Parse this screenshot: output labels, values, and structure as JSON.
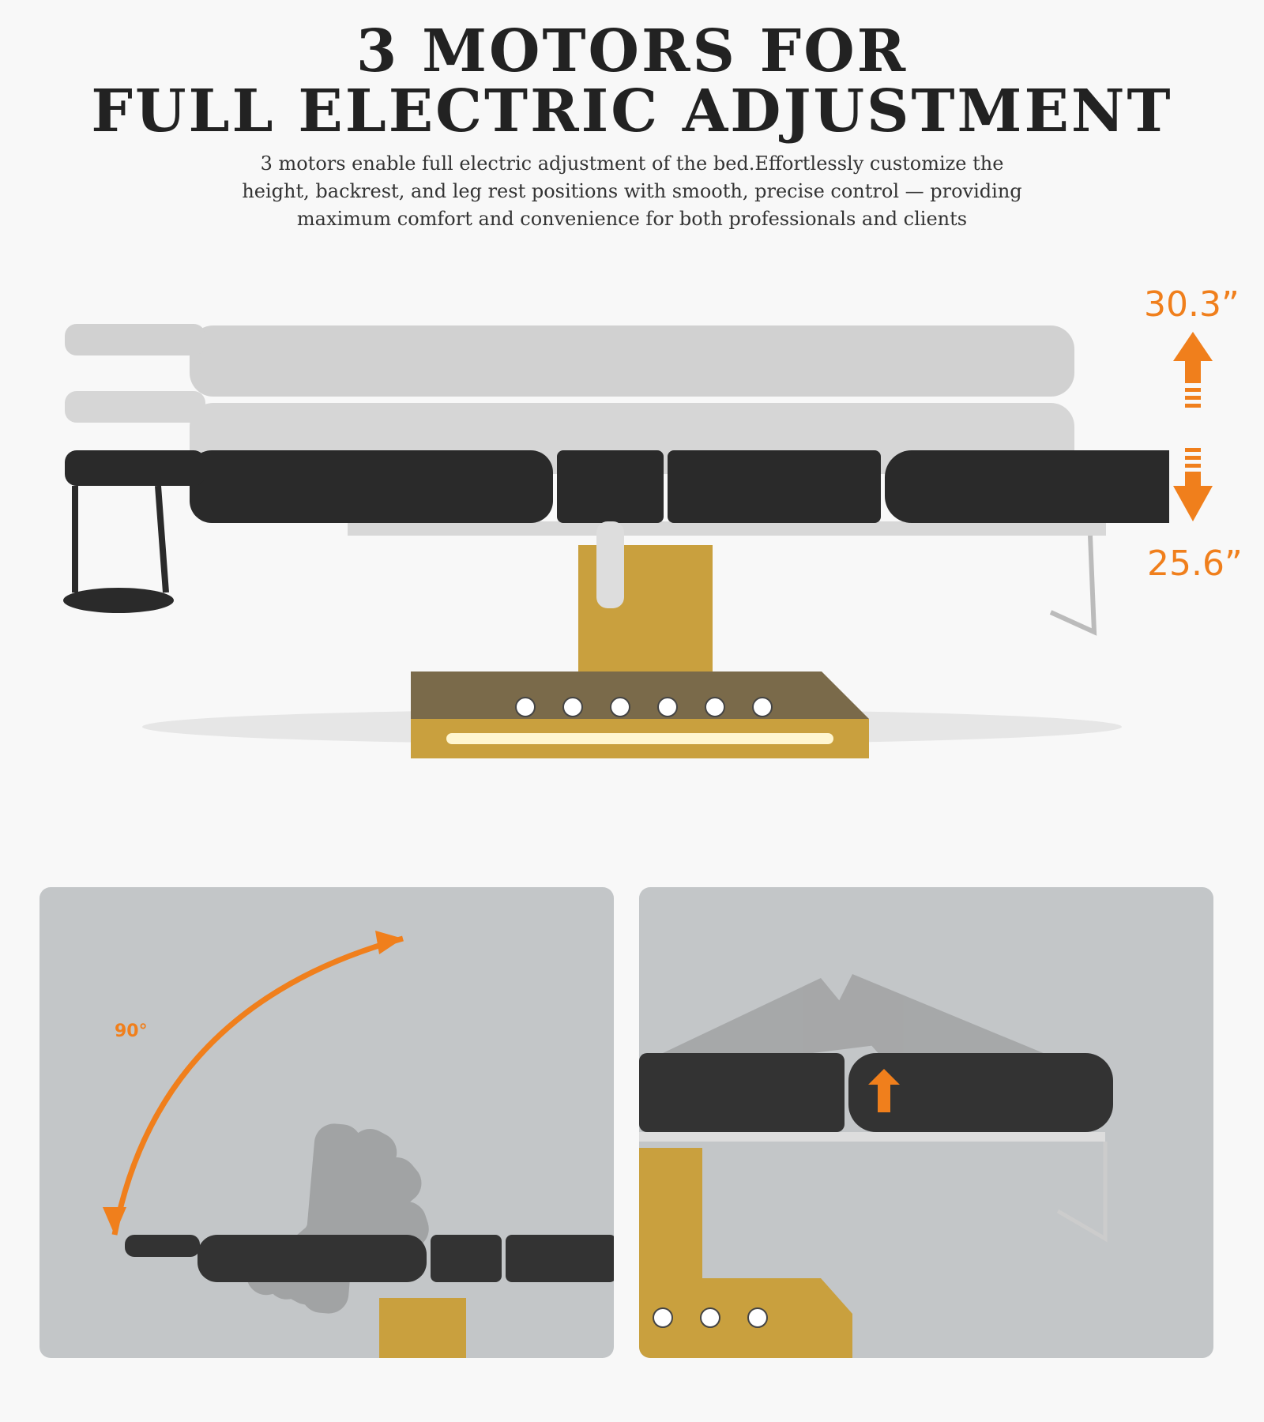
{
  "header": {
    "title_line1": "3 MOTORS FOR",
    "title_line2": "FULL ELECTRIC ADJUSTMENT",
    "subtitle_lines": [
      "3 motors enable full electric adjustment of the bed.Effortlessly customize the",
      "height, backrest, and leg rest positions with smooth, precise control — providing",
      "maximum comfort and convenience for both professionals and clients"
    ]
  },
  "height_range": {
    "max": "30.3”",
    "min": "25.6”"
  },
  "backrest_panel": {
    "angle_label": "90°"
  },
  "colors": {
    "accent": "#f07f1c",
    "cushion": "#2a2a2a",
    "base_gold": "#c9a03e",
    "panel_bg": "#c3c6c8"
  },
  "icons": [
    "arrow-up-icon",
    "arrow-down-icon",
    "curved-arrow-icon"
  ]
}
